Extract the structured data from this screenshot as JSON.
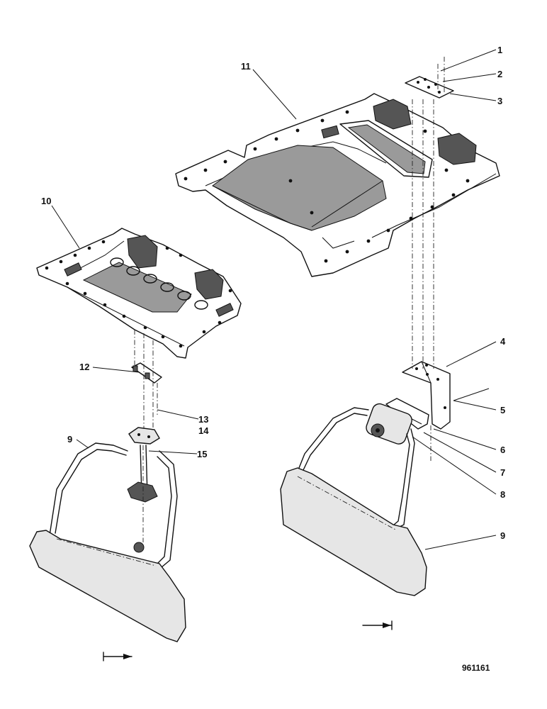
{
  "callouts": {
    "c1": "1",
    "c2": "2",
    "c3": "3",
    "c4": "4",
    "c5": "5",
    "c6": "6",
    "c7": "7",
    "c8": "8",
    "c9_right": "9",
    "c9_left": "9",
    "c10": "10",
    "c11": "11",
    "c12": "12",
    "c13": "13",
    "c14": "14",
    "c15": "15"
  },
  "reference_number": "961161"
}
